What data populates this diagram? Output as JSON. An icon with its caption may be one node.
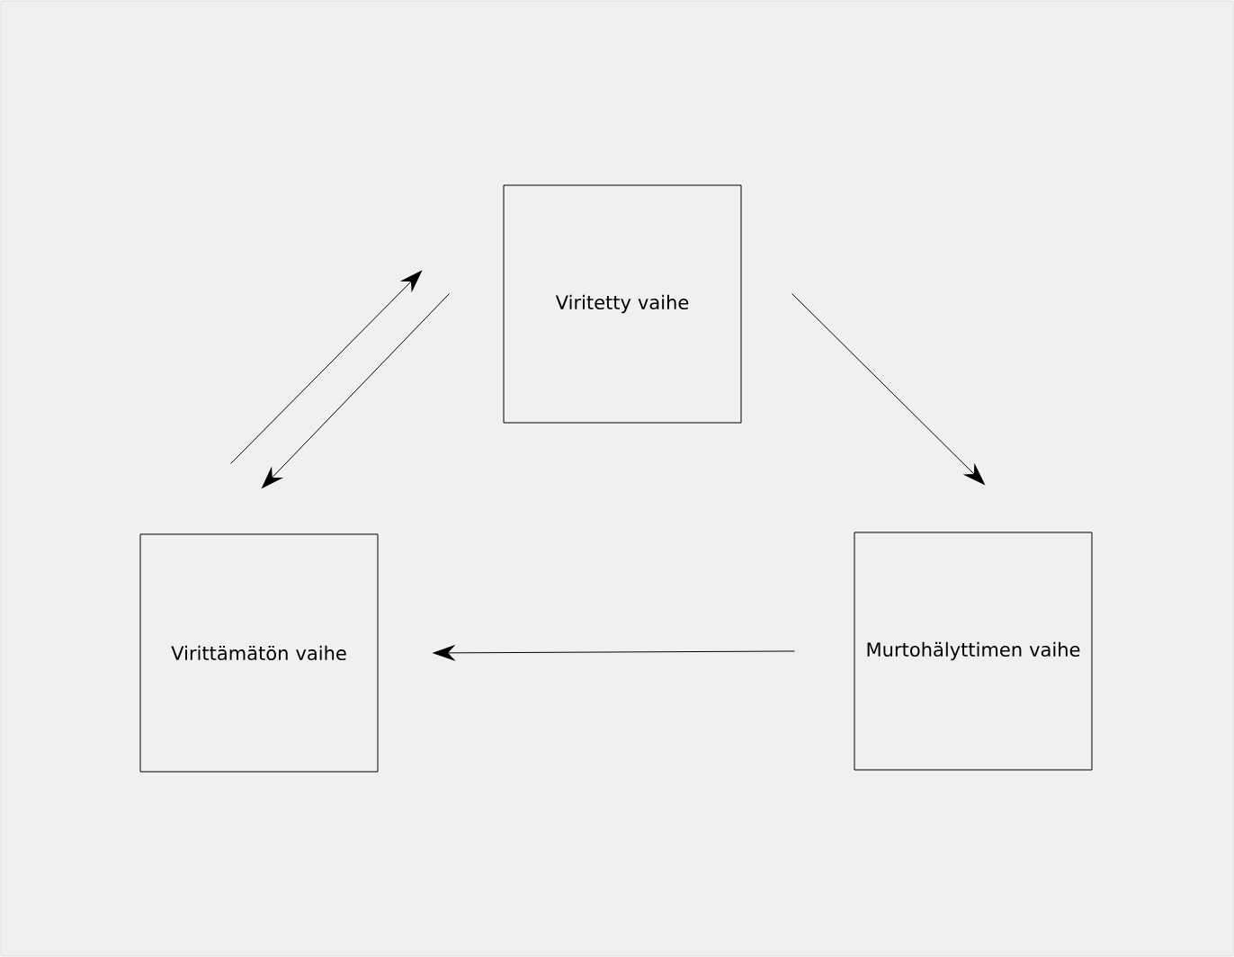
{
  "diagram": {
    "nodes": [
      {
        "text": [
          "Viritetty vaihe"
        ]
      },
      {
        "text": [
          "Virittämätön vaihe"
        ]
      },
      {
        "text": [
          "Murtohälyttimen vaihe"
        ]
      }
    ],
    "edges": [
      {
        "from": 1,
        "to": 0,
        "arrow": "to"
      },
      {
        "from": 0,
        "to": 1,
        "arrow": "to"
      },
      {
        "from": 0,
        "to": 2,
        "arrow": "to"
      },
      {
        "from": 2,
        "to": 1,
        "arrow": "to"
      }
    ]
  }
}
